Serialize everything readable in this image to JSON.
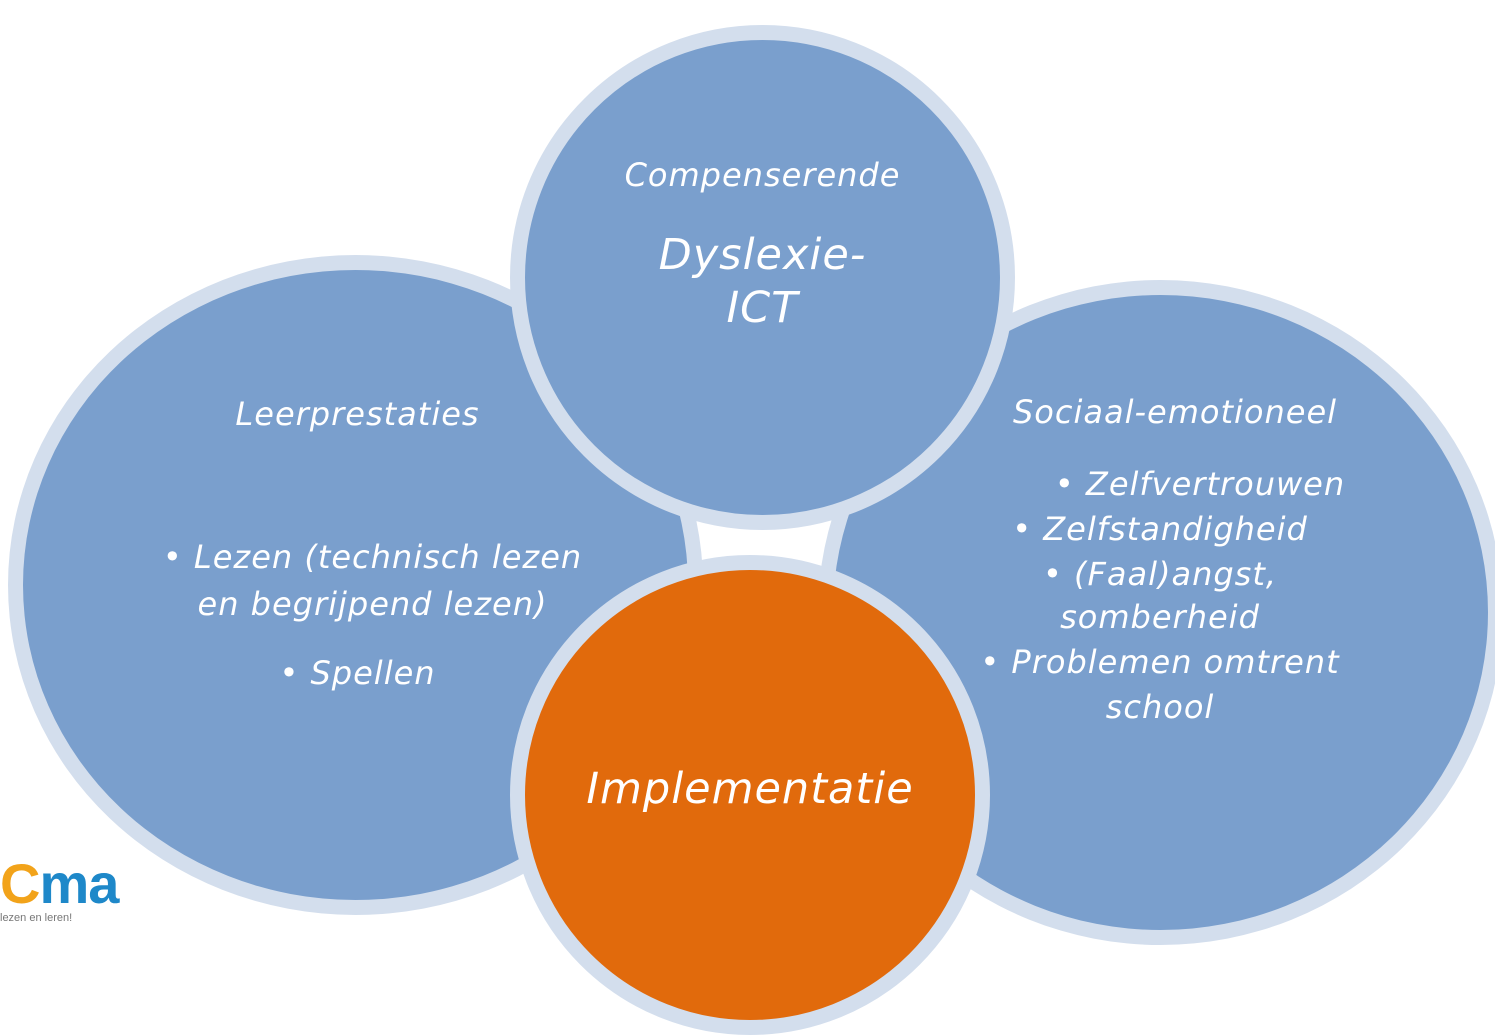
{
  "colors": {
    "circle_fill": "#7a9fcd",
    "circle_border": "#d3deed",
    "accent_circle": "#e16a0c",
    "text": "#ffffff",
    "logo_blue": "#1e88c9",
    "logo_orange": "#f2a31a"
  },
  "top": {
    "heading": "Compenserende",
    "title_line1": "Dyslexie-",
    "title_line2": "ICT"
  },
  "left": {
    "heading": "Leerprestaties",
    "items": [
      "• Lezen (technisch lezen",
      "en begrijpend lezen)",
      "• Spellen"
    ]
  },
  "right": {
    "heading": "Sociaal-emotioneel",
    "items": [
      "• Zelfvertrouwen",
      "• Zelfstandigheid",
      "• (Faal)angst,",
      "somberheid",
      "• Problemen omtrent",
      "school"
    ]
  },
  "center": {
    "label": "Implementatie"
  },
  "logo": {
    "mark_accent": "C",
    "mark_text": "ma",
    "tagline": "lezen en leren!"
  }
}
